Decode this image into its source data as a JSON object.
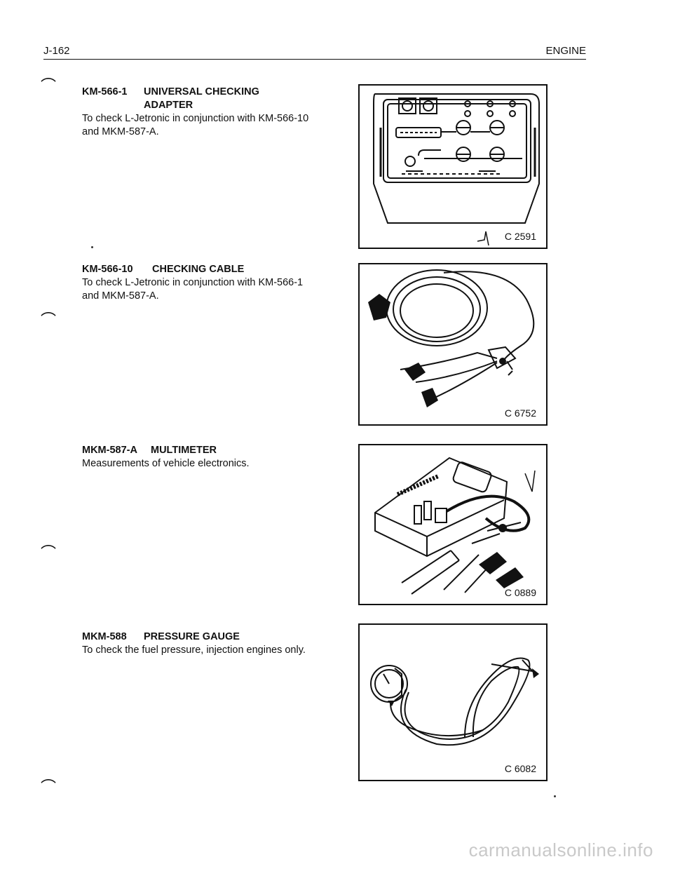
{
  "header": {
    "page_number": "J-162",
    "section": "ENGINE"
  },
  "tools": [
    {
      "code": "KM-566-1",
      "name": "UNIVERSAL CHECKING\nADAPTER",
      "description": "To check L-Jetronic in conjunction with KM-566-10 and MKM-587-A.",
      "figure": "C 2591"
    },
    {
      "code": "KM-566-10",
      "name": "CHECKING CABLE",
      "description": "To check L-Jetronic in conjunction with KM-566-1 and MKM-587-A.",
      "figure": "C 6752"
    },
    {
      "code": "MKM-587-A",
      "name": "MULTIMETER",
      "description": "Measurements of vehicle electronics.",
      "figure": "C 0889"
    },
    {
      "code": "MKM-588",
      "name": "PRESSURE GAUGE",
      "description": "To check the fuel pressure, injection engines only.",
      "figure": "C 6082"
    }
  ],
  "watermark": "carmanualsonline.info"
}
